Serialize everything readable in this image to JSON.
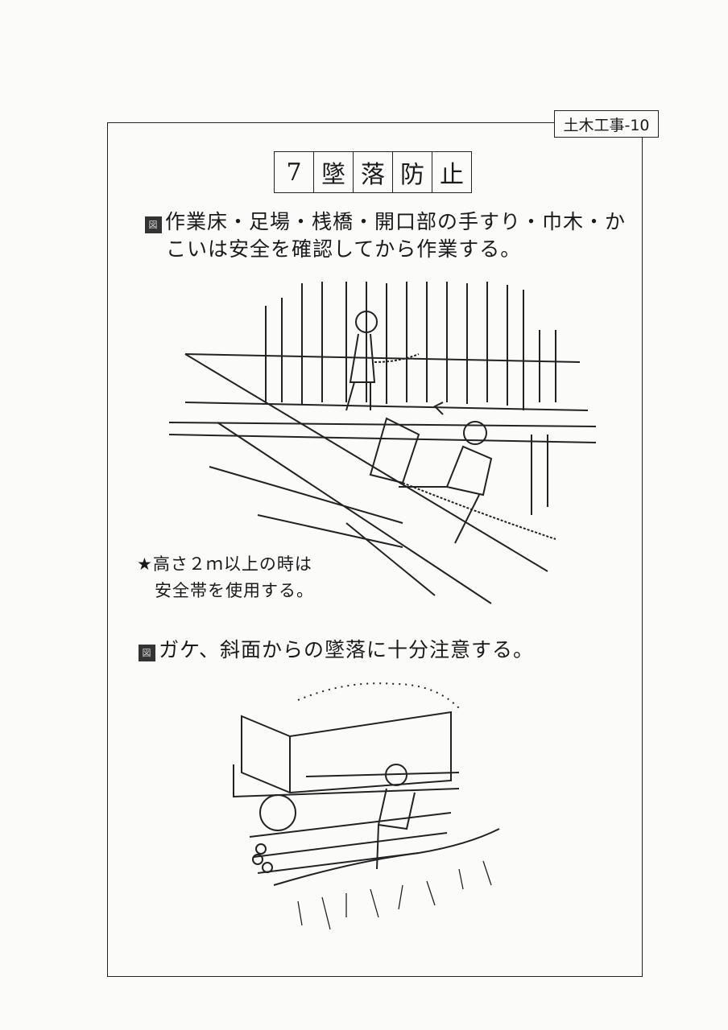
{
  "page_tag": "土木工事-10",
  "title": {
    "number": "7",
    "chars": [
      "墜",
      "落",
      "防",
      "止"
    ]
  },
  "section1": {
    "marker": "図",
    "line1": "作業床・足場・桟橋・開口部の手すり・巾木・か",
    "line2": "こいは安全を確認してから作業する。"
  },
  "note": {
    "line1": "★高さ２ｍ以上の時は",
    "line2": "安全帯を使用する。"
  },
  "section2": {
    "marker": "図",
    "text": "ガケ、斜面からの墜落に十分注意する。"
  }
}
